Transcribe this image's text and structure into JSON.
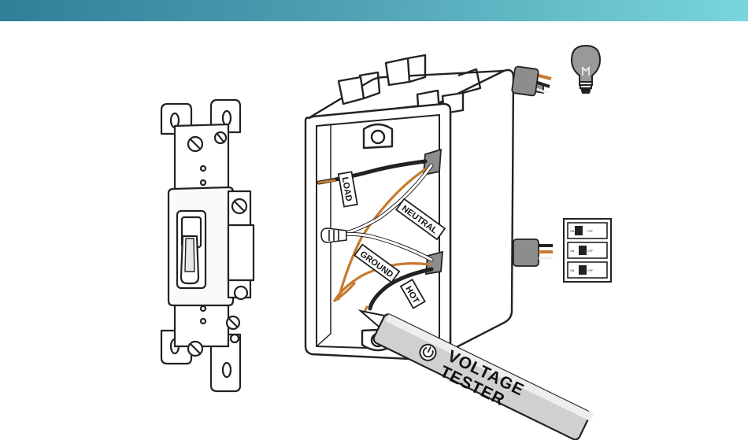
{
  "colors": {
    "banner_start": "#2f7f99",
    "banner_end": "#78d6dc",
    "outline": "#222222",
    "copper": "#c87a2e",
    "cable_gray": "#8d8d8d",
    "box_fill": "#ffffff",
    "bulb_fill": "#999999"
  },
  "icons": {
    "bulb": "light-bulb-icon",
    "breaker": "breaker-panel-icon",
    "tester_power": "power-icon"
  },
  "labels": {
    "load": "LOAD",
    "neutral": "NEUTRAL",
    "ground": "GROUND",
    "hot": "HOT"
  },
  "tester": {
    "line1": "VOLTAGE",
    "line2": "TESTER"
  },
  "breakers": [
    {
      "on": "ON",
      "off": "OFF"
    },
    {
      "on": "ON",
      "off": "OFF"
    },
    {
      "on": "ON",
      "off": "OFF"
    }
  ]
}
